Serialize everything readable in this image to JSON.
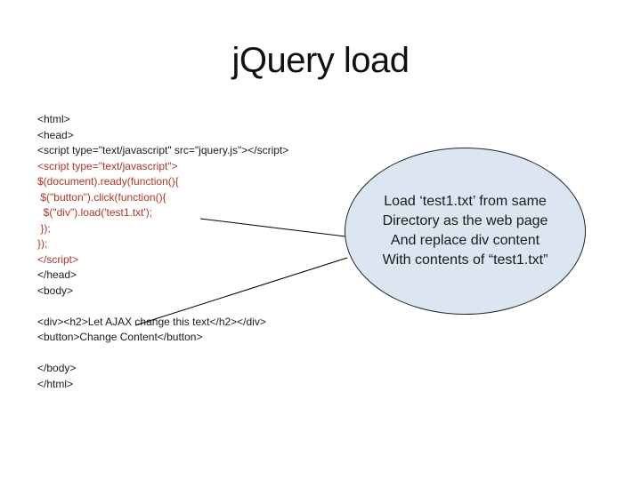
{
  "slide": {
    "title": "jQuery load",
    "background_color": "#ffffff"
  },
  "colors": {
    "code_default": "#1a1a1a",
    "code_highlight_red": "#b03528",
    "callout_fill": "#dce6f1",
    "callout_border": "#1f2430",
    "callout_text": "#1a1a1a",
    "connector_line": "#000000"
  },
  "code": {
    "lines": [
      {
        "text": "<html>",
        "color": "black"
      },
      {
        "text": "<head>",
        "color": "black"
      },
      {
        "text": "<script type=\"text/javascript\" src=\"jquery.js\"></script>",
        "color": "black"
      },
      {
        "text": "<script type=\"text/javascript\">",
        "color": "red"
      },
      {
        "text": "$(document).ready(function(){",
        "color": "red"
      },
      {
        "text": " $(\"button\").click(function(){",
        "color": "red"
      },
      {
        "text": "  $(\"div\").load('test1.txt');",
        "color": "red"
      },
      {
        "text": " });",
        "color": "red"
      },
      {
        "text": "});",
        "color": "red"
      },
      {
        "text": "</script>",
        "color": "red"
      },
      {
        "text": "</head>",
        "color": "black"
      },
      {
        "text": "<body>",
        "color": "black"
      },
      {
        "text": "",
        "color": "black"
      },
      {
        "text": "<div><h2>Let AJAX change this text</h2></div>",
        "color": "black"
      },
      {
        "text": "<button>Change Content</button>",
        "color": "black"
      },
      {
        "text": "",
        "color": "black"
      },
      {
        "text": "</body>",
        "color": "black"
      },
      {
        "text": "</html>",
        "color": "black"
      }
    ]
  },
  "callout": {
    "lines": [
      "Load ‘test1.txt’ from same",
      "Directory as the web page",
      "And replace div content",
      "With contents of “test1.txt”"
    ]
  }
}
